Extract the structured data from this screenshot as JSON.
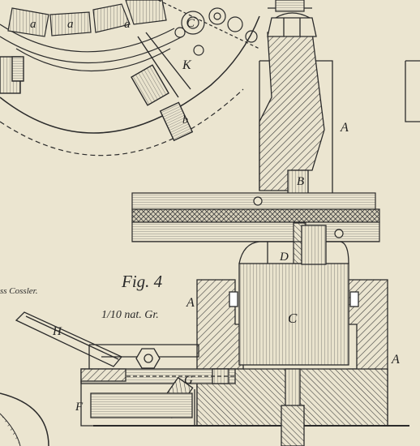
{
  "figure": {
    "fig_label": "Fig. 4",
    "scale_note": "1/10 nat. Gr.",
    "credit_fragment": "ss Cossler."
  },
  "parts": {
    "a1": "a",
    "a2": "a",
    "a3": "a",
    "C_top": "C",
    "K": "K",
    "b": "b",
    "A_upper": "A",
    "B": "B",
    "D": "D",
    "A_left": "A",
    "C": "C",
    "A_right": "A",
    "H": "H",
    "G": "G",
    "F": "F"
  },
  "colors": {
    "paper": "#ebe5d0",
    "ink": "#2b2b2b"
  }
}
